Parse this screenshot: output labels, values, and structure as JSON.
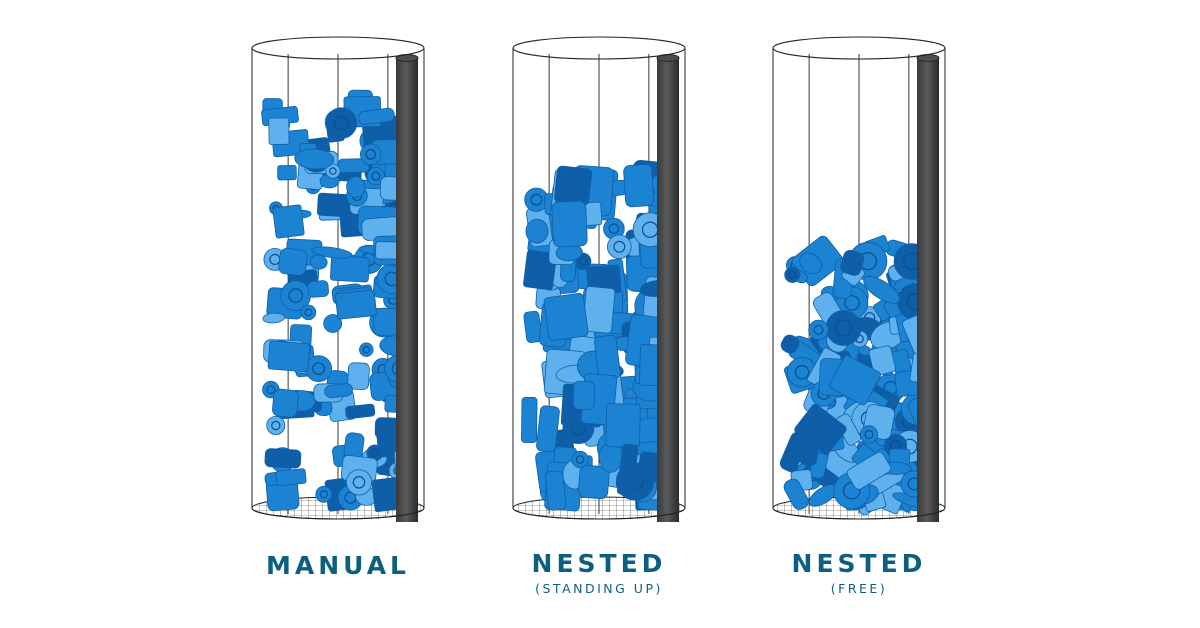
{
  "colors": {
    "parts": "#1c82d2",
    "parts_dark": "#0e5fa8",
    "parts_light": "#5fb1ee",
    "rod": "#4d4d4d",
    "rod_dark": "#2b2b2b",
    "outline": "#222222",
    "label": "#0d5f80"
  },
  "containers": [
    {
      "label": "MANUAL",
      "sublabel": "",
      "fill_level": 0.92,
      "arrangement": "stacked"
    },
    {
      "label": "NESTED",
      "sublabel": "(STANDING UP)",
      "fill_level": 0.76,
      "arrangement": "standing"
    },
    {
      "label": "NESTED",
      "sublabel": "(FREE)",
      "fill_level": 0.59,
      "arrangement": "free"
    }
  ]
}
